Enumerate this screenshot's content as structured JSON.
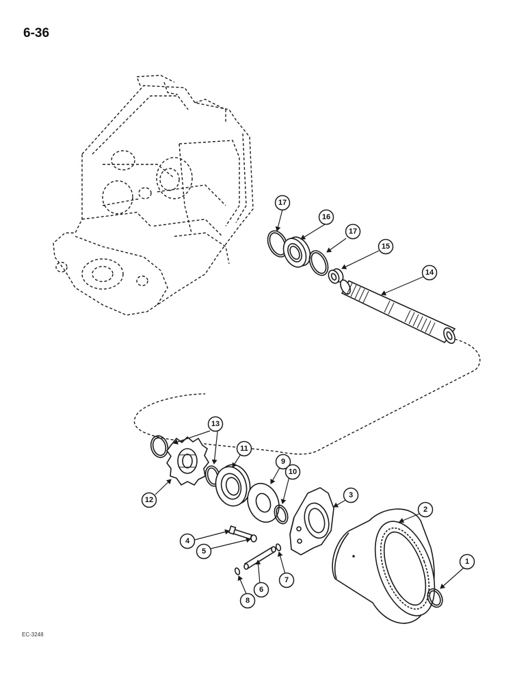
{
  "page_number": "6-36",
  "figure_code": "EC-3248",
  "callouts": [
    "1",
    "2",
    "3",
    "4",
    "5",
    "6",
    "7",
    "8",
    "9",
    "10",
    "11",
    "12",
    "13",
    "14",
    "15",
    "16",
    "17",
    "17"
  ]
}
